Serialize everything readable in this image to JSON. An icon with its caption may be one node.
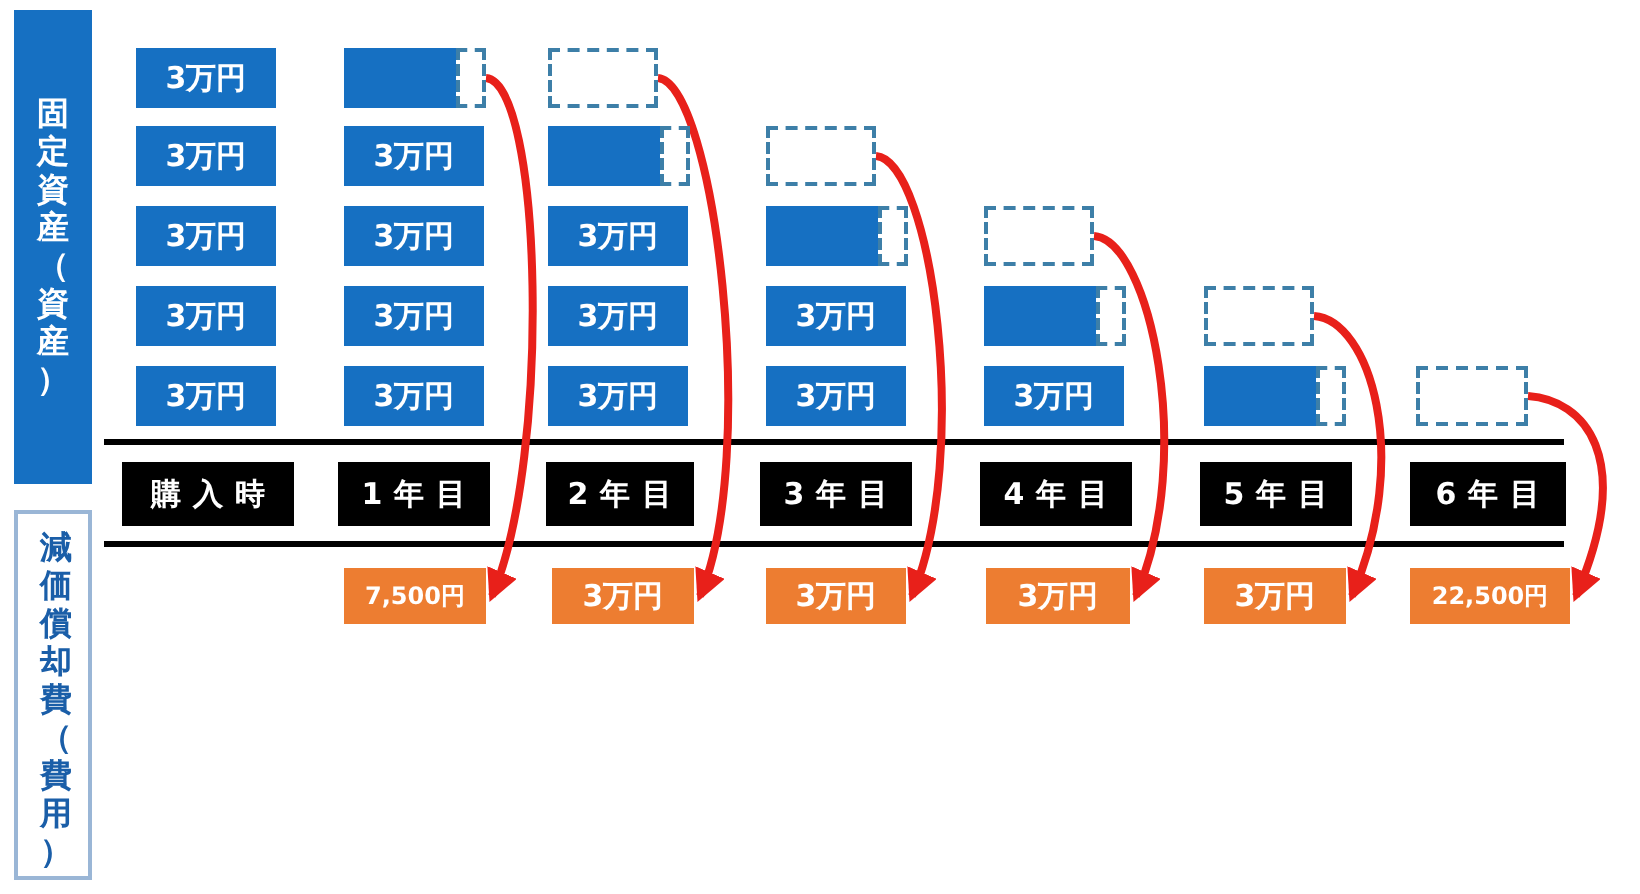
{
  "diagram": {
    "nodes": [
      {
        "text": [
          "固定資産（資産）"
        ]
      },
      {
        "text": [
          "減価償却費（費用）"
        ]
      },
      {
        "text": [
          "3万円"
        ]
      },
      {
        "text": [
          "3万円"
        ]
      },
      {
        "text": [
          "3万円"
        ]
      },
      {
        "text": [
          "3万円"
        ]
      },
      {
        "text": [
          "3万円"
        ]
      },
      {
        "text": [
          "購入時"
        ]
      },
      {
        "text": [],
        "shape": "bar"
      },
      {
        "text": [],
        "shape": "box"
      },
      {
        "text": [
          "3万円"
        ]
      },
      {
        "text": [
          "3万円"
        ]
      },
      {
        "text": [
          "3万円"
        ]
      },
      {
        "text": [
          "3万円"
        ]
      },
      {
        "text": [
          "1年目"
        ]
      },
      {
        "text": [
          "7,500円"
        ]
      },
      {
        "text": [],
        "shape": "box"
      },
      {
        "text": [],
        "shape": "bar"
      },
      {
        "text": [],
        "shape": "box"
      },
      {
        "text": [
          "3万円"
        ]
      },
      {
        "text": [
          "3万円"
        ]
      },
      {
        "text": [
          "3万円"
        ]
      },
      {
        "text": [
          "2年目"
        ]
      },
      {
        "text": [
          "3万円"
        ]
      },
      {
        "text": [],
        "shape": "box"
      },
      {
        "text": [],
        "shape": "bar"
      },
      {
        "text": [],
        "shape": "box"
      },
      {
        "text": [
          "3万円"
        ]
      },
      {
        "text": [
          "3万円"
        ]
      },
      {
        "text": [
          "3年目"
        ]
      },
      {
        "text": [
          "3万円"
        ]
      },
      {
        "text": [],
        "shape": "box"
      },
      {
        "text": [],
        "shape": "bar"
      },
      {
        "text": [],
        "shape": "box"
      },
      {
        "text": [
          "3万円"
        ]
      },
      {
        "text": [
          "4年目"
        ]
      },
      {
        "text": [
          "3万円"
        ]
      },
      {
        "text": [],
        "shape": "box"
      },
      {
        "text": [],
        "shape": "bar"
      },
      {
        "text": [],
        "shape": "box"
      },
      {
        "text": [
          "5年目"
        ]
      },
      {
        "text": [
          "3万円"
        ]
      },
      {
        "text": [],
        "shape": "box"
      },
      {
        "text": [
          "6年目"
        ]
      },
      {
        "text": [
          "22,500円"
        ]
      }
    ],
    "edges": [
      {
        "from": 9,
        "to": 15,
        "arrow": "to"
      },
      {
        "from": 16,
        "to": 23,
        "arrow": "to"
      },
      {
        "from": 24,
        "to": 30,
        "arrow": "to"
      },
      {
        "from": 31,
        "to": 36,
        "arrow": "to"
      },
      {
        "from": 37,
        "to": 41,
        "arrow": "to"
      },
      {
        "from": 42,
        "to": 44,
        "arrow": "to"
      }
    ]
  }
}
